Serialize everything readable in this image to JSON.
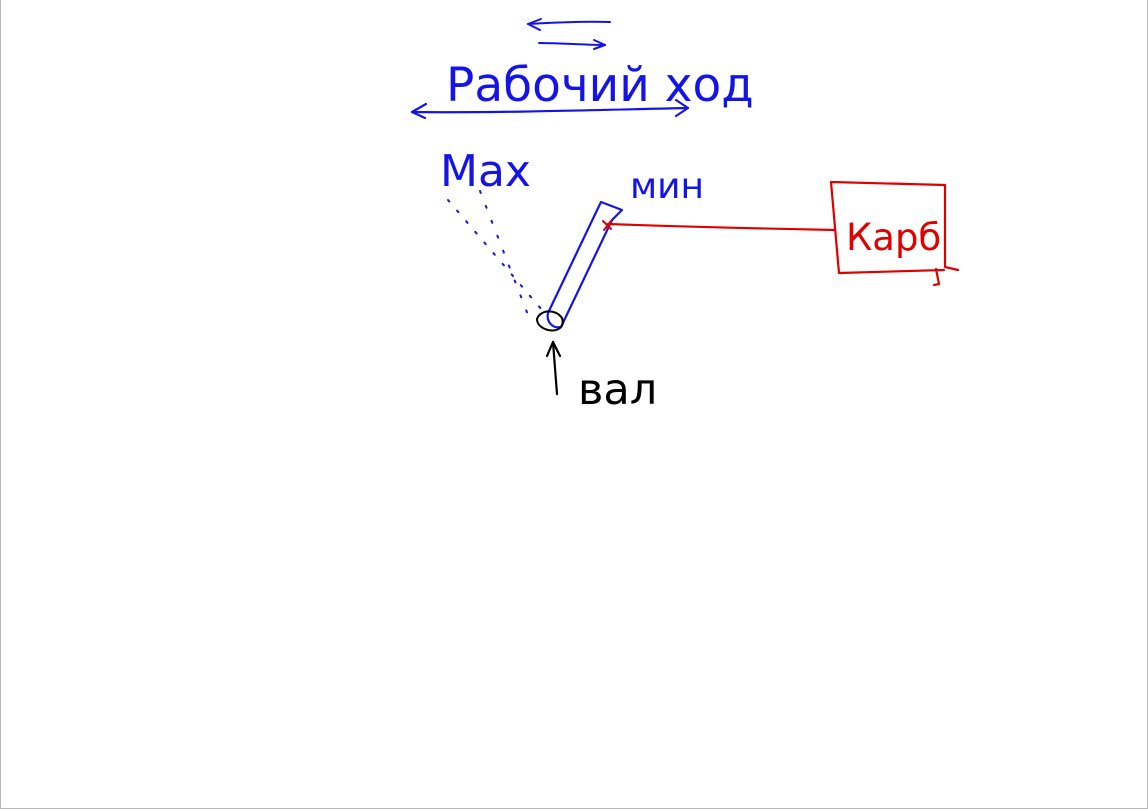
{
  "labels": {
    "working_stroke": "Рабочий ход",
    "max": "Max",
    "min": "мин",
    "carb": "Карб",
    "shaft": "вал"
  },
  "colors": {
    "blue_ink": "#1414e6",
    "red_ink": "#e00000",
    "black_ink": "#000000",
    "frame_border": "#b9b9b9"
  }
}
